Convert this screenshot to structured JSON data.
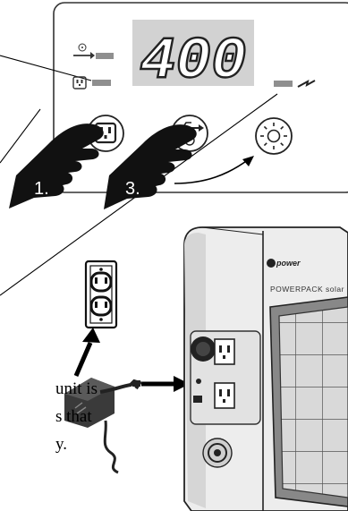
{
  "display": {
    "value": "400"
  },
  "steps": [
    {
      "label": "1."
    },
    {
      "label": "3."
    }
  ],
  "device": {
    "logo": "power",
    "model": "POWERPACK solar"
  },
  "caption_lines": [
    "unit is",
    "s that",
    "y."
  ],
  "colors": {
    "panel_border": "#2e2e2e",
    "display_bg": "#d2d2d2",
    "digit_fill": "#ffffff",
    "indicator": "#8f8f8f",
    "hand": "#111111"
  }
}
